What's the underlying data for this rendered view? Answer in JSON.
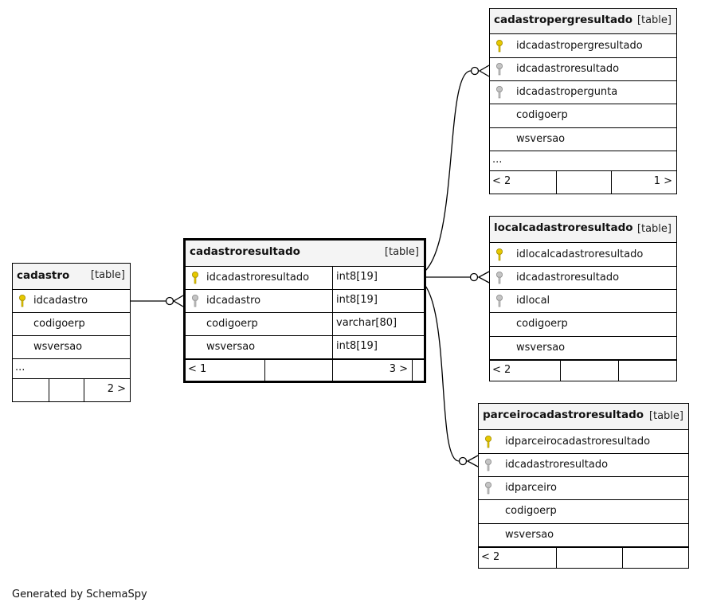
{
  "footer": "Generated by SchemaSpy",
  "colors": {
    "pk_key": "#e6c800",
    "fk_key": "#b0b0b0",
    "header_bg": "#f4f4f4"
  },
  "tables": {
    "cadastro": {
      "name": "cadastro",
      "tag": "[table]",
      "columns": [
        {
          "name": "idcadastro",
          "key": "pk"
        },
        {
          "name": "codigoerp",
          "key": ""
        },
        {
          "name": "wsversao",
          "key": ""
        }
      ],
      "more": "...",
      "nav": {
        "right": "2 >"
      }
    },
    "cadastroresultado": {
      "name": "cadastroresultado",
      "tag": "[table]",
      "columns": [
        {
          "name": "idcadastroresultado",
          "type": "int8[19]",
          "key": "pk"
        },
        {
          "name": "idcadastro",
          "type": "int8[19]",
          "key": "fk"
        },
        {
          "name": "codigoerp",
          "type": "varchar[80]",
          "key": ""
        },
        {
          "name": "wsversao",
          "type": "int8[19]",
          "key": ""
        }
      ],
      "nav": {
        "left": "< 1",
        "right": "3 >"
      }
    },
    "cadastropergresultado": {
      "name": "cadastropergresultado",
      "tag": "[table]",
      "columns": [
        {
          "name": "idcadastropergresultado",
          "key": "pk"
        },
        {
          "name": "idcadastroresultado",
          "key": "fk"
        },
        {
          "name": "idcadastropergunta",
          "key": "fk"
        },
        {
          "name": "codigoerp",
          "key": ""
        },
        {
          "name": "wsversao",
          "key": ""
        }
      ],
      "more": "...",
      "nav": {
        "left": "< 2",
        "right": "1 >"
      }
    },
    "localcadastroresultado": {
      "name": "localcadastroresultado",
      "tag": "[table]",
      "columns": [
        {
          "name": "idlocalcadastroresultado",
          "key": "pk"
        },
        {
          "name": "idcadastroresultado",
          "key": "fk"
        },
        {
          "name": "idlocal",
          "key": "fk"
        },
        {
          "name": "codigoerp",
          "key": ""
        },
        {
          "name": "wsversao",
          "key": ""
        }
      ],
      "nav": {
        "left": "< 2"
      }
    },
    "parceirocadastroresultado": {
      "name": "parceirocadastroresultado",
      "tag": "[table]",
      "columns": [
        {
          "name": "idparceirocadastroresultado",
          "key": "pk"
        },
        {
          "name": "idcadastroresultado",
          "key": "fk"
        },
        {
          "name": "idparceiro",
          "key": "fk"
        },
        {
          "name": "codigoerp",
          "key": ""
        },
        {
          "name": "wsversao",
          "key": ""
        }
      ],
      "nav": {
        "left": "< 2"
      }
    }
  }
}
